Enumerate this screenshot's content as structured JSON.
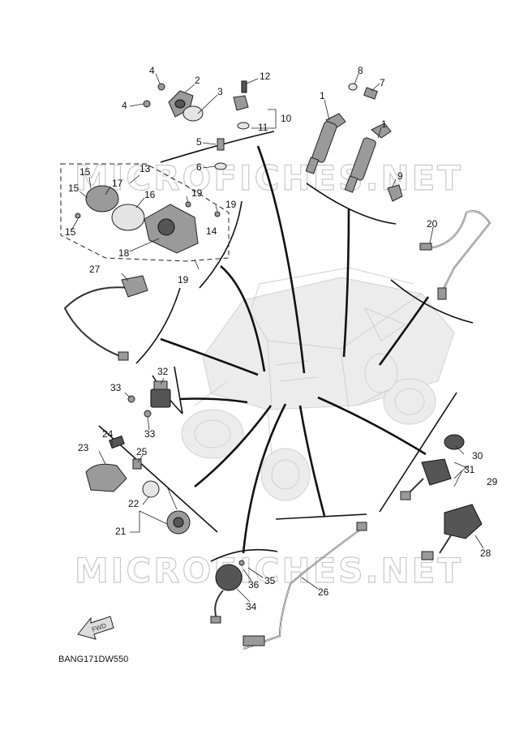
{
  "watermark": "MICROFICHES.NET",
  "diagram_code": "BANG171DW550",
  "fwd_label": "FWD",
  "callouts": {
    "c1a": "1",
    "c1b": "1",
    "c2": "2",
    "c3": "3",
    "c4a": "4",
    "c4b": "4",
    "c5": "5",
    "c6": "6",
    "c7": "7",
    "c8": "8",
    "c9": "9",
    "c10": "10",
    "c11": "11",
    "c12": "12",
    "c13": "13",
    "c14": "14",
    "c15a": "15",
    "c15b": "15",
    "c15c": "15",
    "c16": "16",
    "c17": "17",
    "c18": "18",
    "c19a": "19",
    "c19b": "19",
    "c19c": "19",
    "c20": "20",
    "c21": "21",
    "c22": "22",
    "c23": "23",
    "c24": "24",
    "c25": "25",
    "c26": "26",
    "c27": "27",
    "c28": "28",
    "c29": "29",
    "c30": "30",
    "c31": "31",
    "c32": "32",
    "c33a": "33",
    "c33b": "33",
    "c34": "34",
    "c35": "35",
    "c36": "36"
  }
}
